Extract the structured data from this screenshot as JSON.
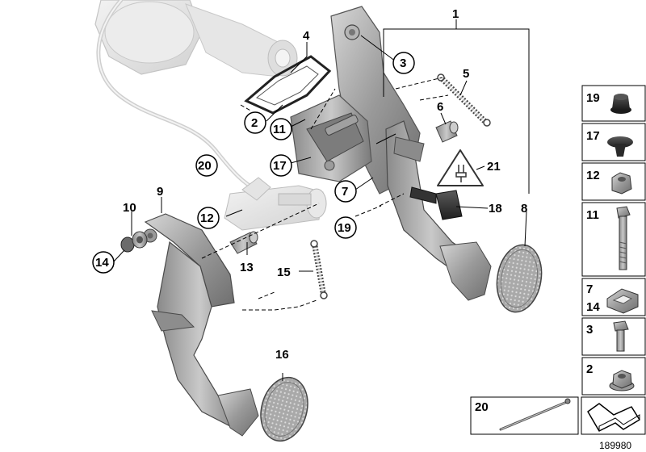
{
  "reference_number": "189980",
  "callouts": {
    "c1": "1",
    "c2": "2",
    "c3": "3",
    "c4": "4",
    "c5": "5",
    "c6": "6",
    "c7": "7",
    "c8": "8",
    "c9": "9",
    "c10": "10",
    "c11": "11",
    "c12": "12",
    "c13": "13",
    "c14": "14",
    "c15": "15",
    "c16": "16",
    "c17": "17",
    "c18": "18",
    "c19": "19",
    "c20": "20",
    "c21": "21"
  },
  "side_panel": {
    "p19": "19",
    "p17": "17",
    "p12": "12",
    "p11": "11",
    "p7": "7",
    "p14": "14",
    "p3": "3",
    "p2": "2"
  },
  "bottom_panel": {
    "p20": "20"
  }
}
